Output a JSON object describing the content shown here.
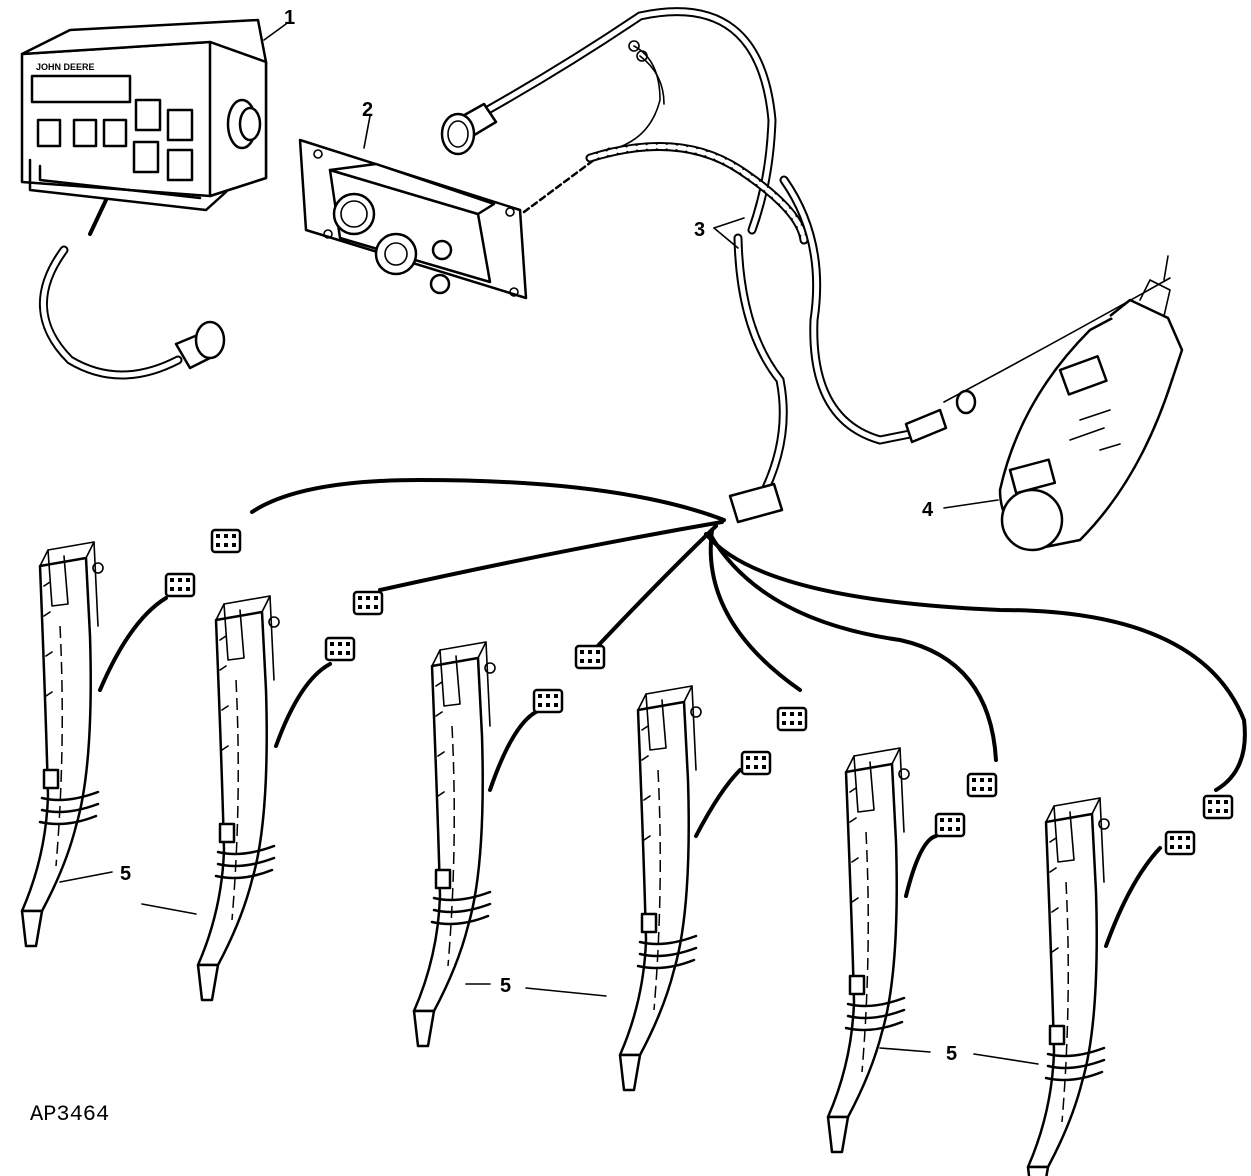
{
  "figure_id": "AP3464",
  "display_brand": "JOHN DEERE",
  "callouts": [
    {
      "id": "c1",
      "label": "1",
      "part": "monitor"
    },
    {
      "id": "c2",
      "label": "2",
      "part": "junction-panel"
    },
    {
      "id": "c3",
      "label": "3",
      "part": "wiring-harness"
    },
    {
      "id": "c4",
      "label": "4",
      "part": "radar-sensor"
    },
    {
      "id": "c5a",
      "label": "5",
      "part": "seed-tube-sensors"
    },
    {
      "id": "c5b",
      "label": "5",
      "part": "seed-tube-sensors"
    },
    {
      "id": "c5c",
      "label": "5",
      "part": "seed-tube-sensors"
    }
  ]
}
